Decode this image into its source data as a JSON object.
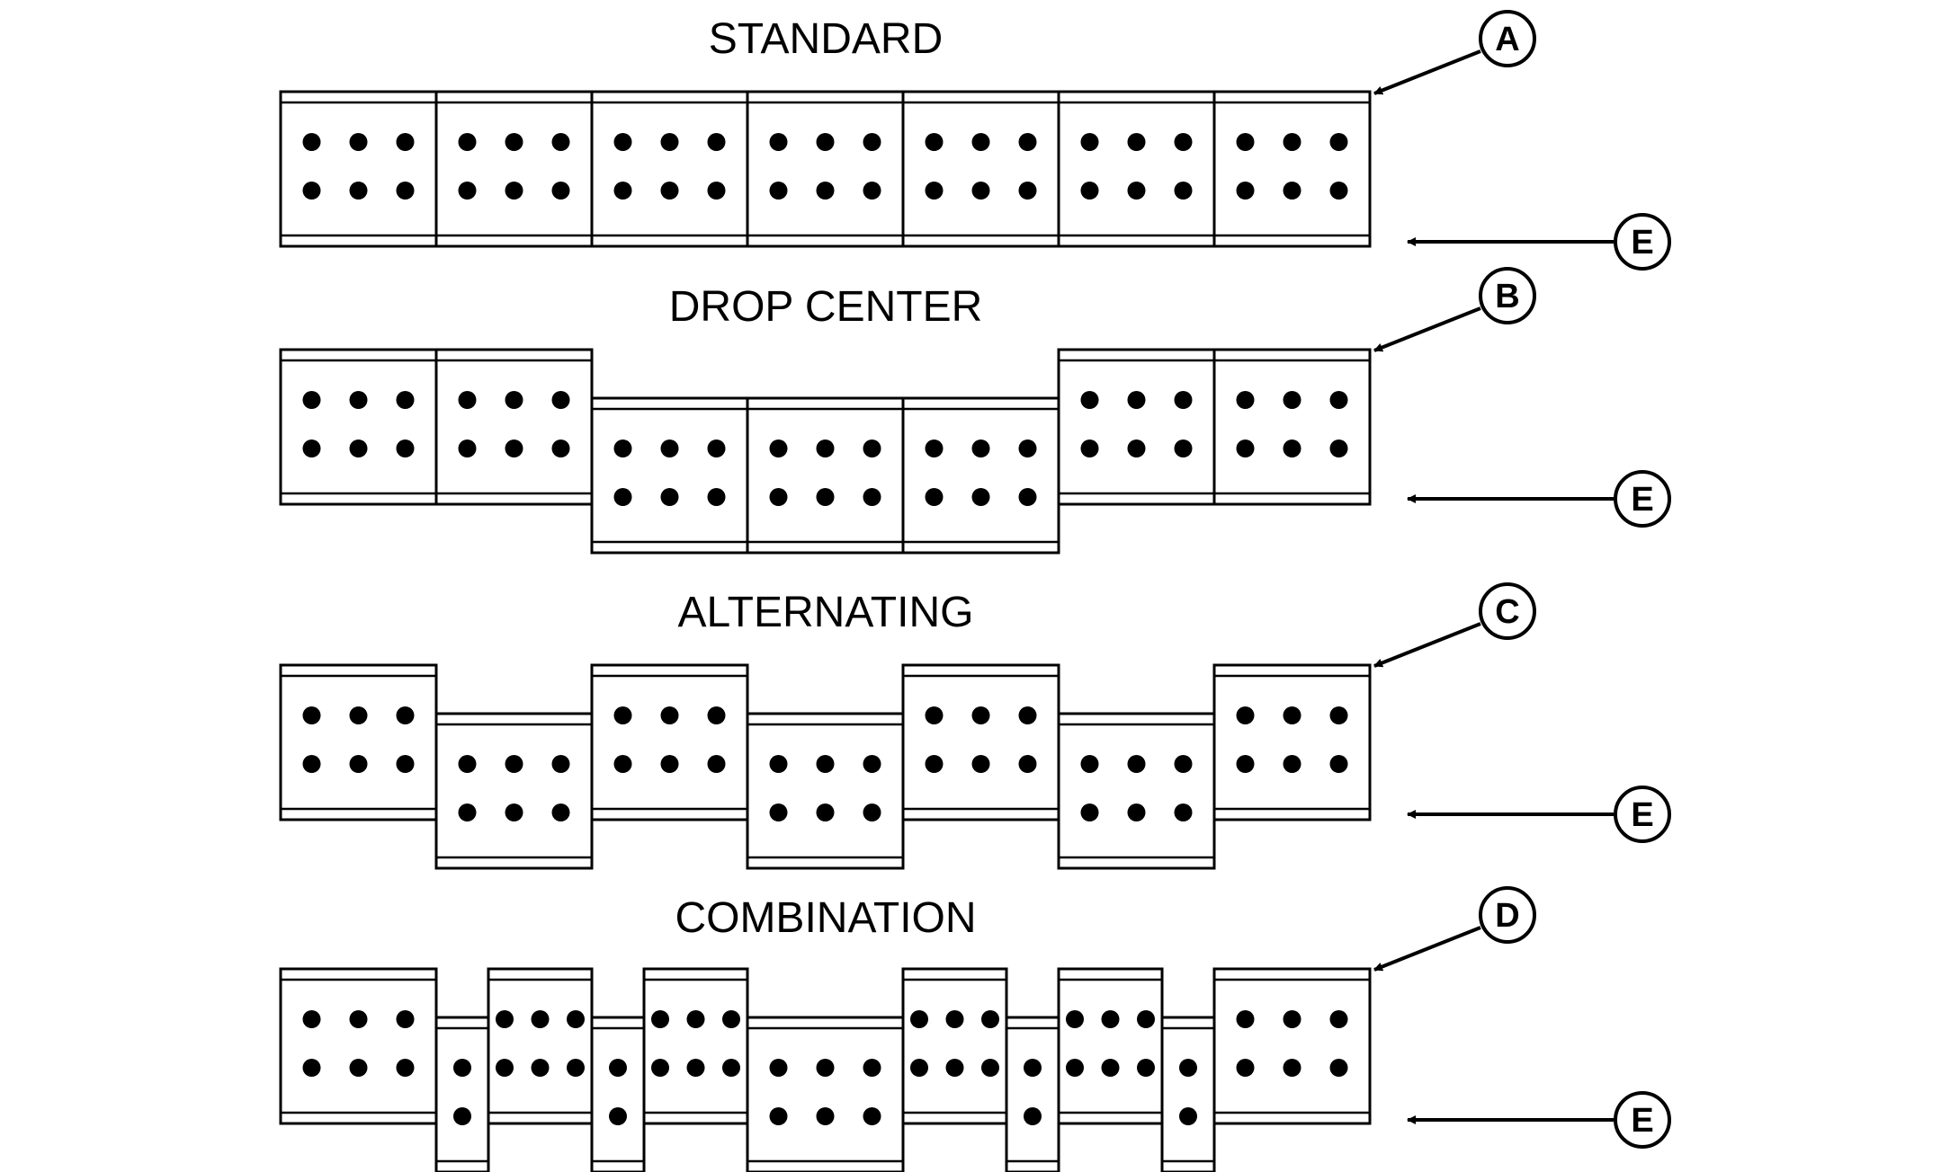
{
  "diagram": {
    "ink_color": "#000000",
    "paper_color": "#ffffff",
    "rows": [
      {
        "title": "STANDARD",
        "top_callout": "A",
        "bottom_callout": "E",
        "panels": [
          {
            "level": "up",
            "width": "full",
            "dots": 6
          },
          {
            "level": "up",
            "width": "full",
            "dots": 6
          },
          {
            "level": "up",
            "width": "full",
            "dots": 6
          },
          {
            "level": "up",
            "width": "full",
            "dots": 6
          },
          {
            "level": "up",
            "width": "full",
            "dots": 6
          },
          {
            "level": "up",
            "width": "full",
            "dots": 6
          },
          {
            "level": "up",
            "width": "full",
            "dots": 6
          }
        ]
      },
      {
        "title": "DROP CENTER",
        "top_callout": "B",
        "bottom_callout": "E",
        "panels": [
          {
            "level": "up",
            "width": "full",
            "dots": 6
          },
          {
            "level": "up",
            "width": "full",
            "dots": 6
          },
          {
            "level": "down",
            "width": "full",
            "dots": 6
          },
          {
            "level": "down",
            "width": "full",
            "dots": 6
          },
          {
            "level": "down",
            "width": "full",
            "dots": 6
          },
          {
            "level": "up",
            "width": "full",
            "dots": 6
          },
          {
            "level": "up",
            "width": "full",
            "dots": 6
          }
        ]
      },
      {
        "title": "ALTERNATING",
        "top_callout": "C",
        "bottom_callout": "E",
        "panels": [
          {
            "level": "up",
            "width": "full",
            "dots": 6
          },
          {
            "level": "down",
            "width": "full",
            "dots": 6
          },
          {
            "level": "up",
            "width": "full",
            "dots": 6
          },
          {
            "level": "down",
            "width": "full",
            "dots": 6
          },
          {
            "level": "up",
            "width": "full",
            "dots": 6
          },
          {
            "level": "down",
            "width": "full",
            "dots": 6
          },
          {
            "level": "up",
            "width": "full",
            "dots": 6
          }
        ]
      },
      {
        "title": "COMBINATION",
        "top_callout": "D",
        "bottom_callout": "E",
        "panels": [
          {
            "level": "up",
            "width": "full",
            "dots": 6
          },
          {
            "level": "down",
            "width": "narrow",
            "dots": 2
          },
          {
            "level": "up",
            "width": "narrow-wide",
            "dots": 6
          },
          {
            "level": "down",
            "width": "narrow",
            "dots": 2
          },
          {
            "level": "up",
            "width": "narrow-wide",
            "dots": 6
          },
          {
            "level": "down",
            "width": "full",
            "dots": 6
          },
          {
            "level": "up",
            "width": "narrow-wide",
            "dots": 6
          },
          {
            "level": "down",
            "width": "narrow",
            "dots": 2
          },
          {
            "level": "up",
            "width": "narrow-wide",
            "dots": 6
          },
          {
            "level": "down",
            "width": "narrow",
            "dots": 2
          },
          {
            "level": "up",
            "width": "full",
            "dots": 6
          }
        ]
      }
    ]
  }
}
